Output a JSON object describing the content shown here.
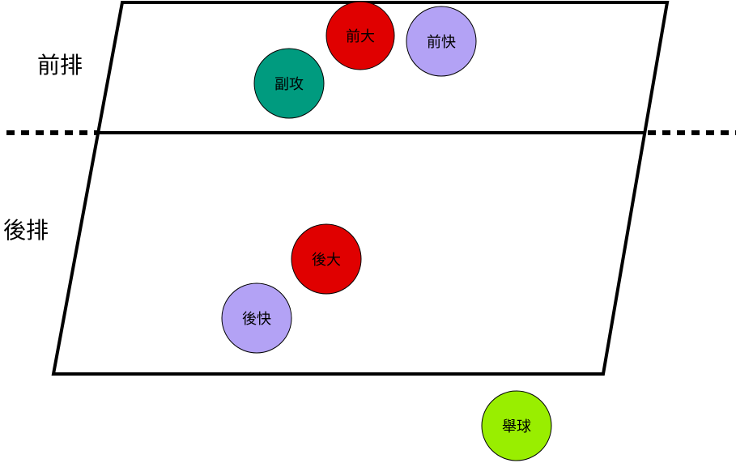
{
  "row_labels": {
    "front": "前排",
    "back": "後排"
  },
  "players": [
    {
      "id": "front-middle",
      "label": "前大",
      "color": "#e00000"
    },
    {
      "id": "front-quick",
      "label": "前快",
      "color": "#b3a2f5"
    },
    {
      "id": "opposite",
      "label": "副攻",
      "color": "#009b7f"
    },
    {
      "id": "back-middle",
      "label": "後大",
      "color": "#e00000"
    },
    {
      "id": "back-quick",
      "label": "後快",
      "color": "#b3a2f5"
    },
    {
      "id": "setter",
      "label": "舉球",
      "color": "#99ee00"
    }
  ]
}
